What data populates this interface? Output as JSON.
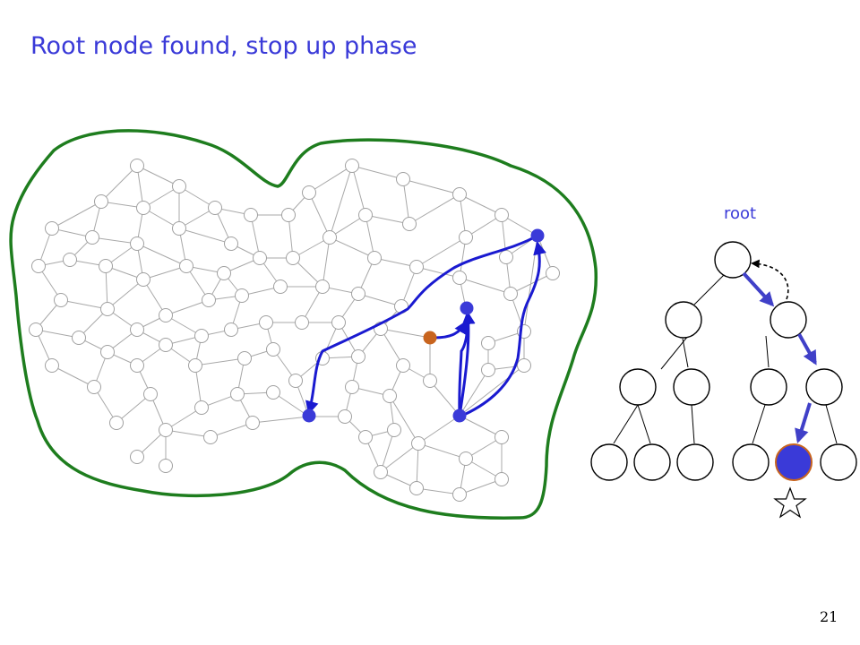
{
  "slide": {
    "title": "Root node found, stop up phase",
    "tree_label": "root",
    "page_number": "21"
  },
  "colors": {
    "title": "#3a3ad8",
    "region_outline": "#1e7d1e",
    "path_arrow": "#1a1ad0",
    "active_node": "#3a3ad8",
    "source_node": "#c8641e",
    "tree_arrow": "#4040c8",
    "star": "#000000"
  },
  "icons": {
    "marker": "star-icon"
  }
}
